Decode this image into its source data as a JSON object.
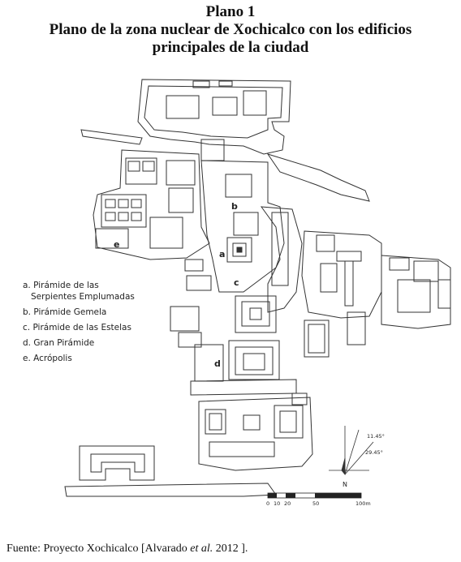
{
  "title": {
    "line1": "Plano 1",
    "line2": "Plano de la zona nuclear de Xochicalco con los edificios",
    "line3": "principales de la ciudad"
  },
  "map_labels": {
    "a": "a",
    "b": "b",
    "c": "c",
    "d": "d",
    "e": "e"
  },
  "legend": {
    "a_line1": "a. Pirámide de las",
    "a_line2": "Serpientes Emplumadas",
    "b": "b. Pirámide Gemela",
    "c": "c. Pirámide de las  Estelas",
    "d": "d. Gran Pirámide",
    "e": "e. Acrópolis"
  },
  "north": {
    "label": "N",
    "angle1": "11.45°",
    "angle2": "29.45°"
  },
  "scale": {
    "ticks": [
      "0",
      "10",
      "20",
      "50",
      "100m"
    ]
  },
  "source": {
    "prefix": "Fuente: Proyecto Xochicalco [Alvarado ",
    "italic": "et al.",
    "suffix": " 2012 ]."
  }
}
